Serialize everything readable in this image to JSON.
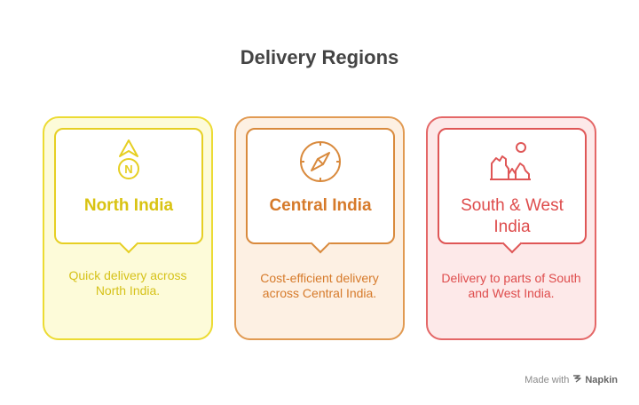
{
  "title": "Delivery Regions",
  "cards": [
    {
      "heading": "North India",
      "description": "Quick delivery across North India.",
      "icon": "compass-north-arrow-icon",
      "color": "#e6cf23"
    },
    {
      "heading": "Central India",
      "description": "Cost-efficient delivery across Central India.",
      "icon": "compass-icon",
      "color": "#d98a3d"
    },
    {
      "heading": "South & West India",
      "description": "Delivery to parts of South and West India.",
      "icon": "mountains-sun-icon",
      "color": "#df5656"
    }
  ],
  "footer": {
    "made_with": "Made with",
    "brand": "Napkin"
  }
}
